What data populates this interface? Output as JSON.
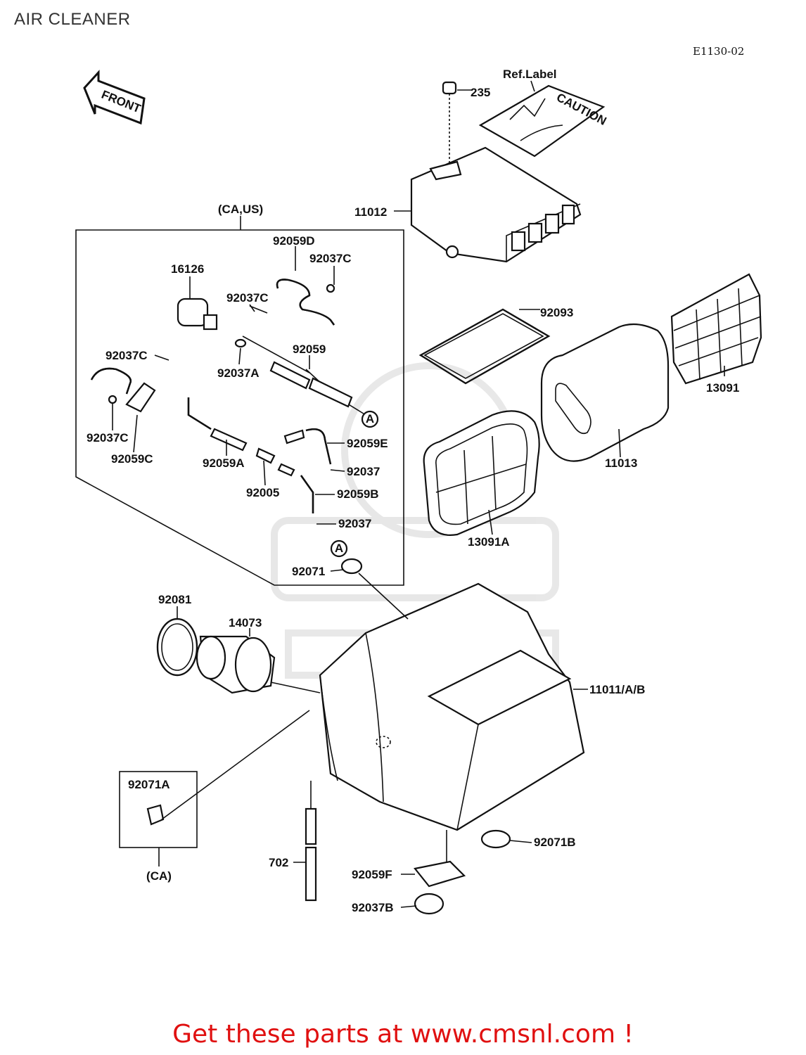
{
  "title": "AIR CLEANER",
  "diagram_code": "E1130-02",
  "front_label": "FRONT",
  "caution_label": "CAUTION",
  "cta": "Get these parts at www.cmsnl.com !",
  "region_labels": {
    "ca_us": "(CA,US)",
    "ca": "(CA)",
    "circle_a": "A"
  },
  "parts": [
    {
      "number": "Ref.Label"
    },
    {
      "number": "235"
    },
    {
      "number": "11012"
    },
    {
      "number": "92093"
    },
    {
      "number": "13091"
    },
    {
      "number": "11013"
    },
    {
      "number": "13091A"
    },
    {
      "number": "92059D"
    },
    {
      "number": "92037C"
    },
    {
      "number": "16126"
    },
    {
      "number": "92037C"
    },
    {
      "number": "92059"
    },
    {
      "number": "92037C"
    },
    {
      "number": "92037A"
    },
    {
      "number": "92037C"
    },
    {
      "number": "92059C"
    },
    {
      "number": "92059A"
    },
    {
      "number": "92059E"
    },
    {
      "number": "92037"
    },
    {
      "number": "92005"
    },
    {
      "number": "92059B"
    },
    {
      "number": "92037"
    },
    {
      "number": "92071"
    },
    {
      "number": "92081"
    },
    {
      "number": "14073"
    },
    {
      "number": "11011/A/B"
    },
    {
      "number": "92071A"
    },
    {
      "number": "92071B"
    },
    {
      "number": "702"
    },
    {
      "number": "92059F"
    },
    {
      "number": "92037B"
    }
  ]
}
